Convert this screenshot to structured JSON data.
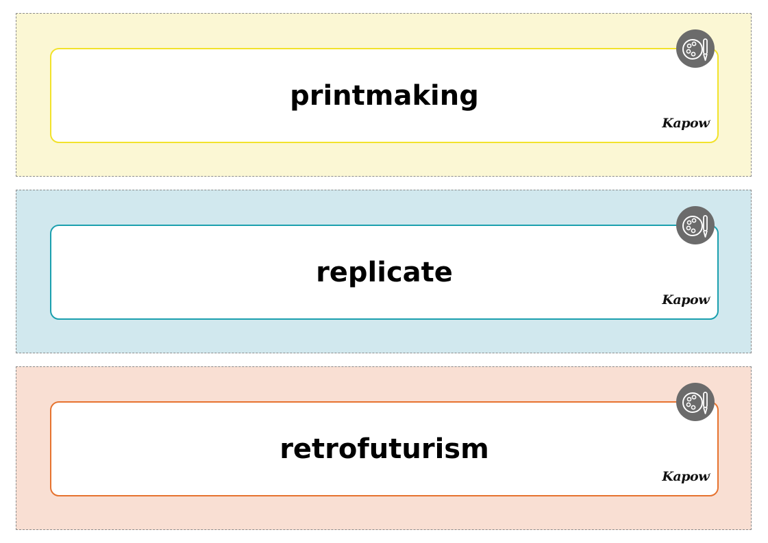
{
  "cards": [
    {
      "word": "printmaking",
      "brand": "Kapow",
      "strip_color": "#fbf7d4",
      "border_color": "#f2e22a"
    },
    {
      "word": "replicate",
      "brand": "Kapow",
      "strip_color": "#d1e8ee",
      "border_color": "#1a9fae"
    },
    {
      "word": "retrofuturism",
      "brand": "Kapow",
      "strip_color": "#f9dfd3",
      "border_color": "#e6722e"
    }
  ],
  "icons": {
    "badge": "art-palette-brush-icon"
  }
}
